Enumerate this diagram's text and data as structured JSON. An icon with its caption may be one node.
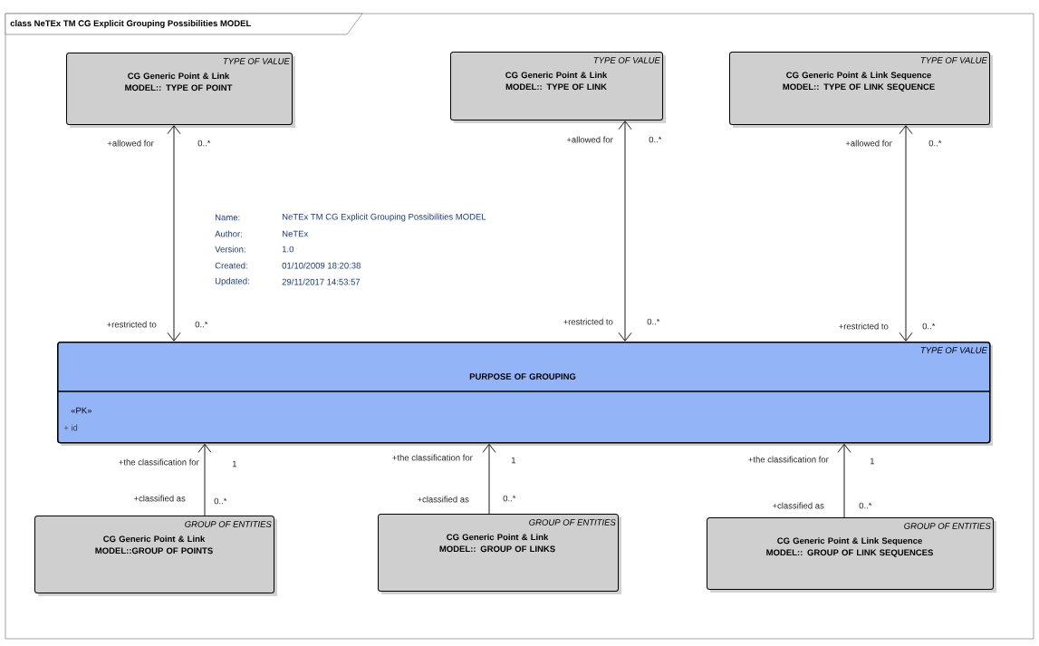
{
  "diagram": {
    "title": "class NeTEx TM CG Explicit Grouping Possibilities MODEL",
    "nodes": [
      {
        "text": [
          "TYPE OF VALUE",
          "CG Generic Point & Link MODEL:: TYPE OF POINT"
        ]
      },
      {
        "text": [
          "TYPE OF VALUE",
          "CG Generic Point & Link MODEL:: TYPE OF LINK"
        ]
      },
      {
        "text": [
          "TYPE OF VALUE",
          "CG Generic Point & Link Sequence MODEL:: TYPE OF LINK SEQUENCE"
        ]
      },
      {
        "text": [
          "TYPE OF VALUE",
          "PURPOSE OF GROUPING",
          "«PK»",
          "+ id"
        ]
      },
      {
        "text": [
          "GROUP OF ENTITIES",
          "CG Generic Point & Link MODEL::GROUP OF POINTS"
        ]
      },
      {
        "text": [
          "GROUP OF ENTITIES",
          "CG Generic Point & Link MODEL:: GROUP OF LINKS"
        ]
      },
      {
        "text": [
          "GROUP OF ENTITIES",
          "CG Generic Point & Link Sequence MODEL:: GROUP OF LINK SEQUENCES"
        ]
      }
    ],
    "edges": [
      {
        "from": 0,
        "to": 3,
        "arrow": "both"
      },
      {
        "from": 1,
        "to": 3,
        "arrow": "both"
      },
      {
        "from": 2,
        "to": 3,
        "arrow": "both"
      },
      {
        "from": 4,
        "to": 3,
        "arrow": "to"
      },
      {
        "from": 5,
        "to": 3,
        "arrow": "to"
      },
      {
        "from": 6,
        "to": 3,
        "arrow": "to"
      }
    ],
    "labels": [
      "+allowed for",
      "0..*",
      "+allowed for",
      "0..*",
      "+allowed for",
      "0..*",
      "Name:",
      "NeTEx TM CG Explicit Grouping Possibilities MODEL",
      "Author:",
      "NeTEx",
      "Version:",
      "1.0",
      "Created:",
      "01/10/2009 18:20:38",
      "Updated:",
      "29/11/2017 14:53:57",
      "+restricted to",
      "0..*",
      "+restricted to",
      "0..*",
      "+restricted to",
      "0..*",
      "+the classification for",
      "1",
      "+the classification for",
      "1",
      "+the classification for",
      "1",
      "+classified as",
      "0..*",
      "+classified as",
      "0..*",
      "+classified as",
      "0..*"
    ]
  }
}
